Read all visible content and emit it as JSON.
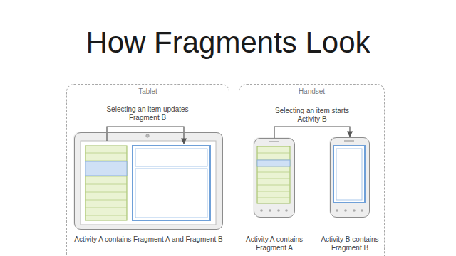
{
  "diagram": {
    "title": "How Fragments Look",
    "nodes": [
      {
        "text": [
          "Tablet"
        ]
      },
      {
        "text": [
          "Activity A contains Fragment A and Fragment B"
        ],
        "in": 0
      },
      {
        "text": [
          "Handset"
        ]
      },
      {
        "text": [
          "Activity A contains Fragment A"
        ],
        "in": 2
      },
      {
        "text": [
          "Activity B contains Fragment B"
        ],
        "in": 2
      }
    ],
    "edges": [
      {
        "from": 3,
        "to": 4,
        "arrow": "to",
        "label": "Selecting an item starts Activity B"
      }
    ],
    "labels": [
      "Selecting an item updates Fragment B"
    ]
  }
}
